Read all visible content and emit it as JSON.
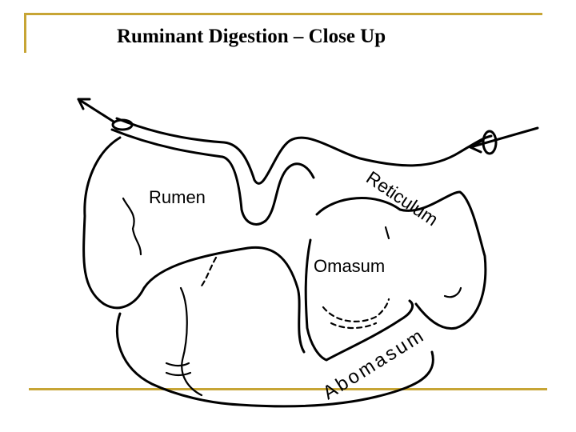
{
  "slide": {
    "title": "Ruminant Digestion – Close Up",
    "accent_color": "#c7a535"
  },
  "diagram": {
    "labels": {
      "rumen": "Rumen",
      "reticulum": "Reticulum",
      "omasum": "Omasum",
      "abomasum": "Abomasum"
    }
  }
}
